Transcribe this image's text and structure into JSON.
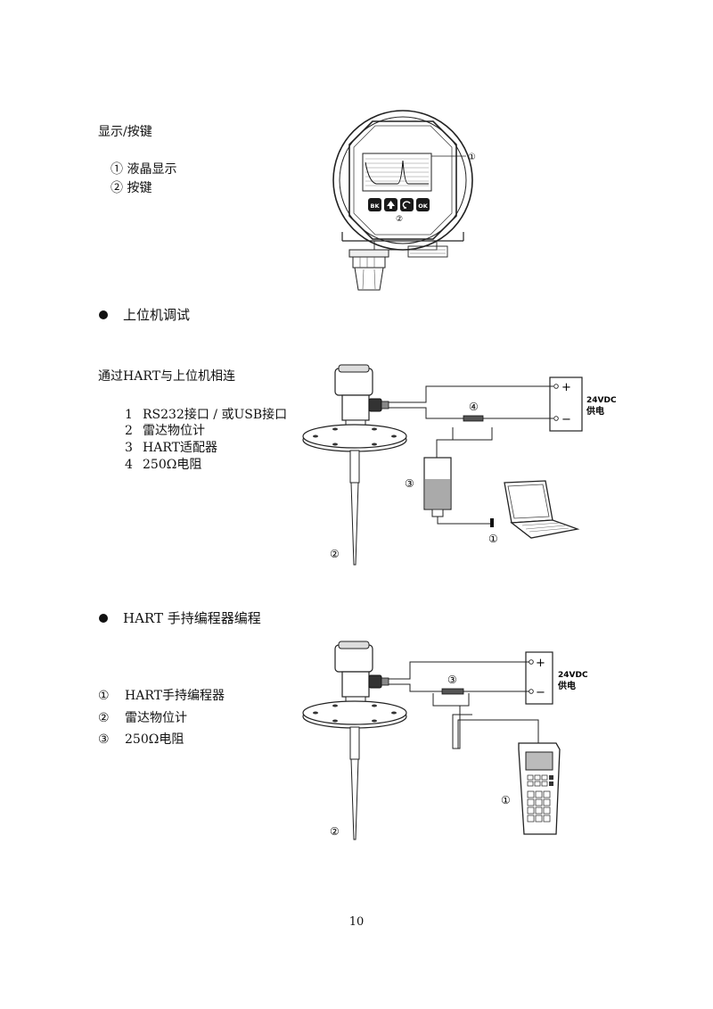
{
  "section_display": {
    "title": "显示/按键",
    "items": [
      "①  液晶显示",
      "②  按键"
    ],
    "buttons": [
      "BK",
      "OK"
    ],
    "callouts": [
      "①",
      "②"
    ]
  },
  "section_pc": {
    "heading": "上位机调试",
    "intro": "通过HART与上位机相连",
    "items": [
      {
        "num": "1",
        "text": "RS232接口 / 或USB接口"
      },
      {
        "num": "2",
        "text": "雷达物位计"
      },
      {
        "num": "3",
        "text": "HART适配器"
      },
      {
        "num": "4",
        "text": "250Ω电阻"
      }
    ],
    "power_line1": "24VDC",
    "power_line2": "供电",
    "plus": "+",
    "minus": "−",
    "callouts": [
      "①",
      "②",
      "③",
      "④"
    ]
  },
  "section_hart": {
    "heading": "HART 手持编程器编程",
    "items": [
      {
        "num": "①",
        "text": "HART手持编程器"
      },
      {
        "num": "②",
        "text": "雷达物位计"
      },
      {
        "num": "③",
        "text": "250Ω电阻"
      }
    ],
    "power_line1": "24VDC",
    "power_line2": "供电",
    "plus": "+",
    "minus": "−",
    "callouts": [
      "①",
      "②",
      "③"
    ]
  },
  "page_number": "10"
}
